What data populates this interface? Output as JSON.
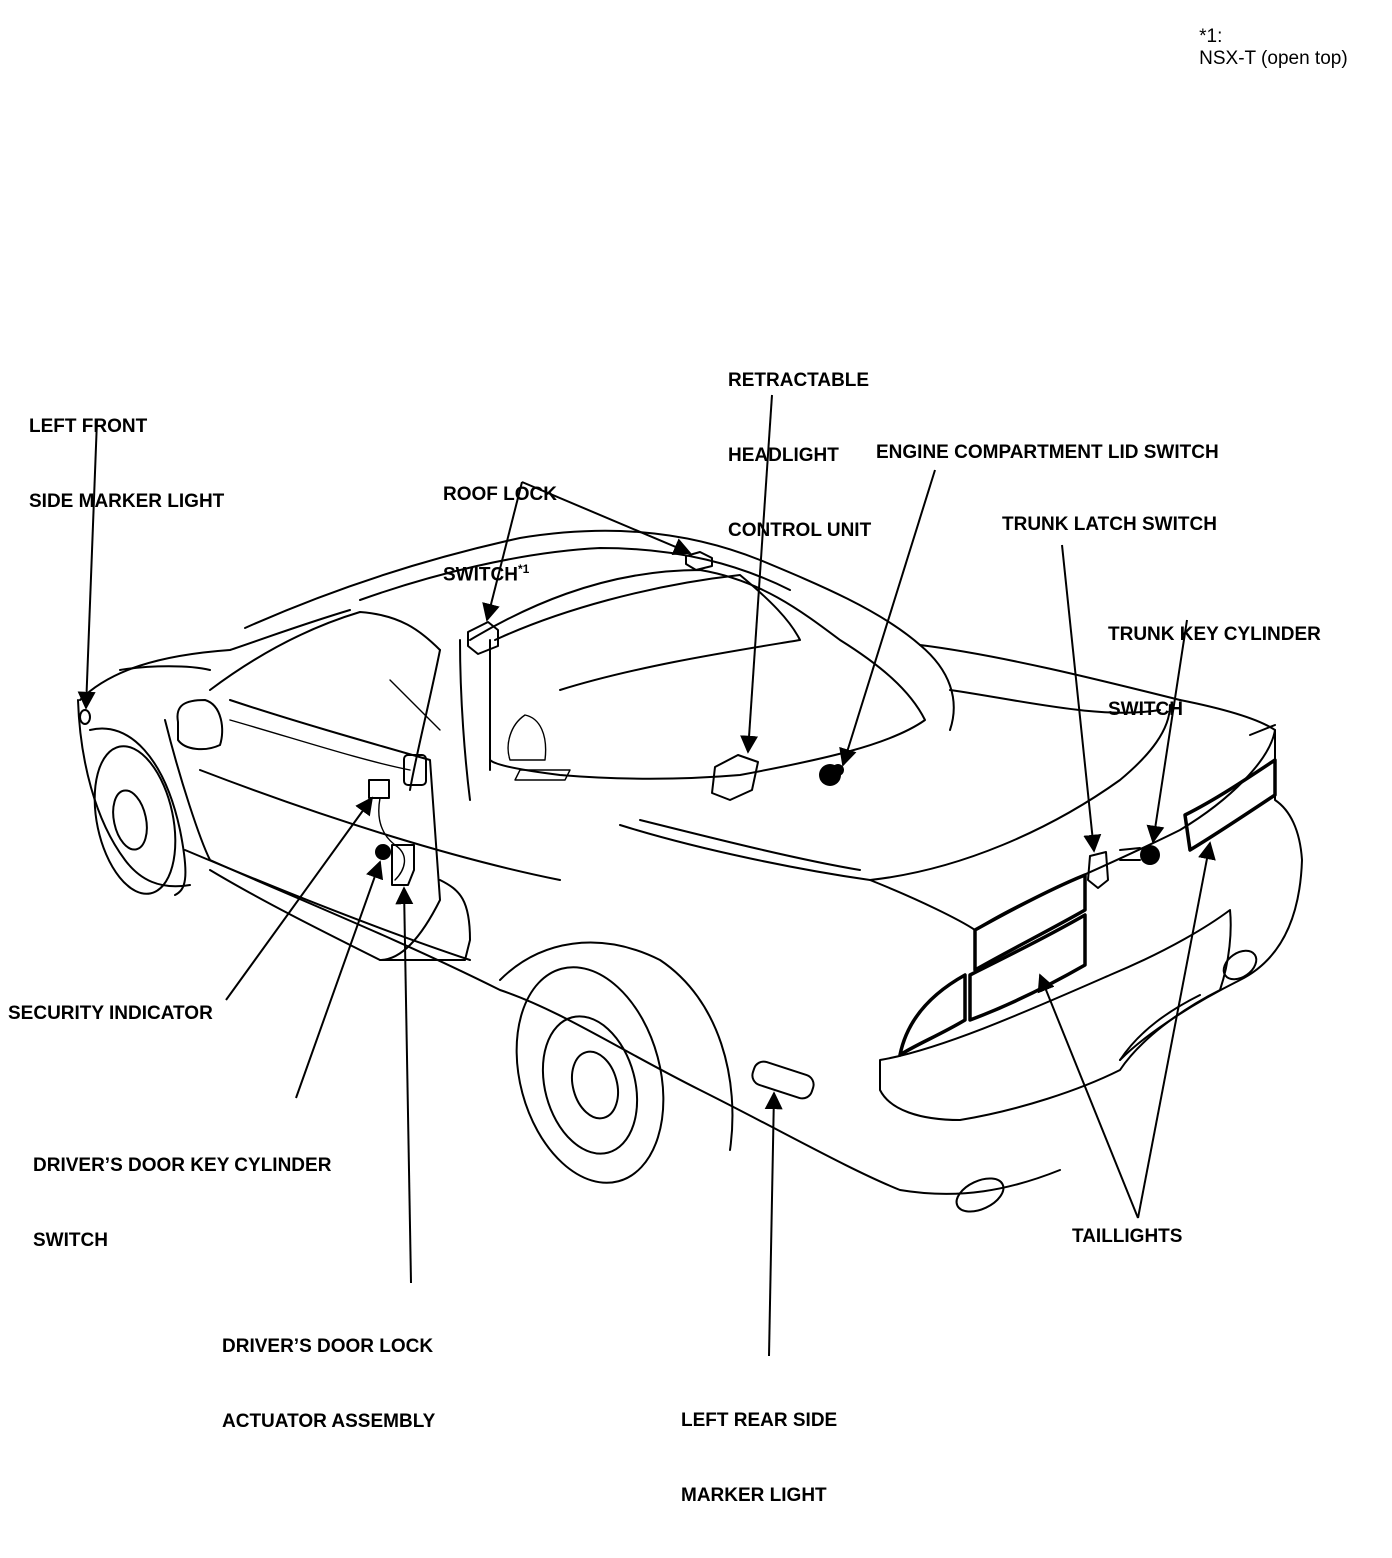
{
  "footnote": {
    "marker": "*1:",
    "text": "NSX-T (open top)"
  },
  "labels": {
    "left_front_marker": [
      "LEFT FRONT",
      "SIDE MARKER LIGHT"
    ],
    "roof_lock_switch": [
      "ROOF LOCK",
      "SWITCH"
    ],
    "roof_lock_switch_note": "*1",
    "headlight_control_unit": [
      "RETRACTABLE",
      "HEADLIGHT",
      "CONTROL UNIT"
    ],
    "engine_lid_switch": "ENGINE COMPARTMENT LID SWITCH",
    "trunk_latch_switch": "TRUNK LATCH SWITCH",
    "trunk_key_cylinder_switch": [
      "TRUNK KEY CYLINDER",
      "SWITCH"
    ],
    "security_indicator": "SECURITY INDICATOR",
    "door_key_cylinder_switch": [
      "DRIVER’S DOOR KEY CYLINDER",
      "SWITCH"
    ],
    "door_lock_actuator": [
      "DRIVER’S DOOR LOCK",
      "ACTUATOR ASSEMBLY"
    ],
    "taillights": "TAILLIGHTS",
    "left_rear_marker": [
      "LEFT REAR SIDE",
      "MARKER LIGHT"
    ]
  }
}
